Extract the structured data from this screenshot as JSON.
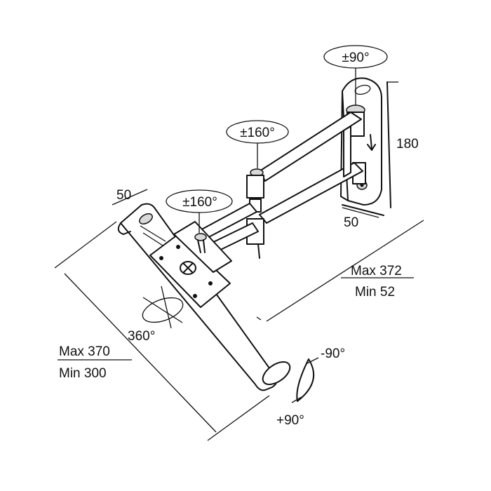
{
  "labels": {
    "wall_rotation": "±90°",
    "upper_joint": "±160°",
    "lower_joint": "±160°",
    "height": "180",
    "wall_depth": "50",
    "head_width": "50",
    "reach_max": "Max 372",
    "reach_min": "Min 52",
    "screen_max": "Max 370",
    "screen_min": "Min 300",
    "rotation": "360°",
    "tilt_neg": "-90°",
    "tilt_pos": "+90°"
  },
  "colors": {
    "line": "#111111",
    "background": "#ffffff"
  }
}
